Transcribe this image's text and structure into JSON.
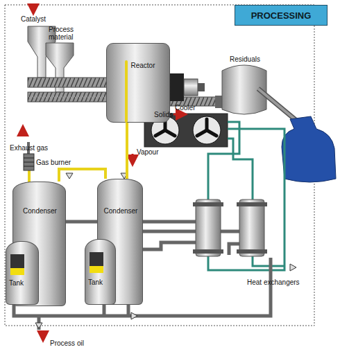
{
  "diagram": {
    "title": "PROCESSING",
    "nodes": [
      {
        "text": [
          "Reactor"
        ]
      },
      {
        "text": [
          "Condenser"
        ]
      },
      {
        "text": [
          "Condenser"
        ]
      },
      {
        "text": [
          "Tank"
        ]
      },
      {
        "text": [
          "Tank"
        ]
      }
    ],
    "edges": [
      {
        "from": 0,
        "to": 2,
        "arrow": "none"
      },
      {
        "from": 1,
        "to": 2,
        "arrow": "none"
      }
    ],
    "labels": [
      "Catalyst",
      "Process material",
      "Residuals",
      "Solids",
      "Cooler",
      "Exhaust gas",
      "Gas burner",
      "Vapour",
      "Heat exchangers",
      "Process oil"
    ]
  }
}
